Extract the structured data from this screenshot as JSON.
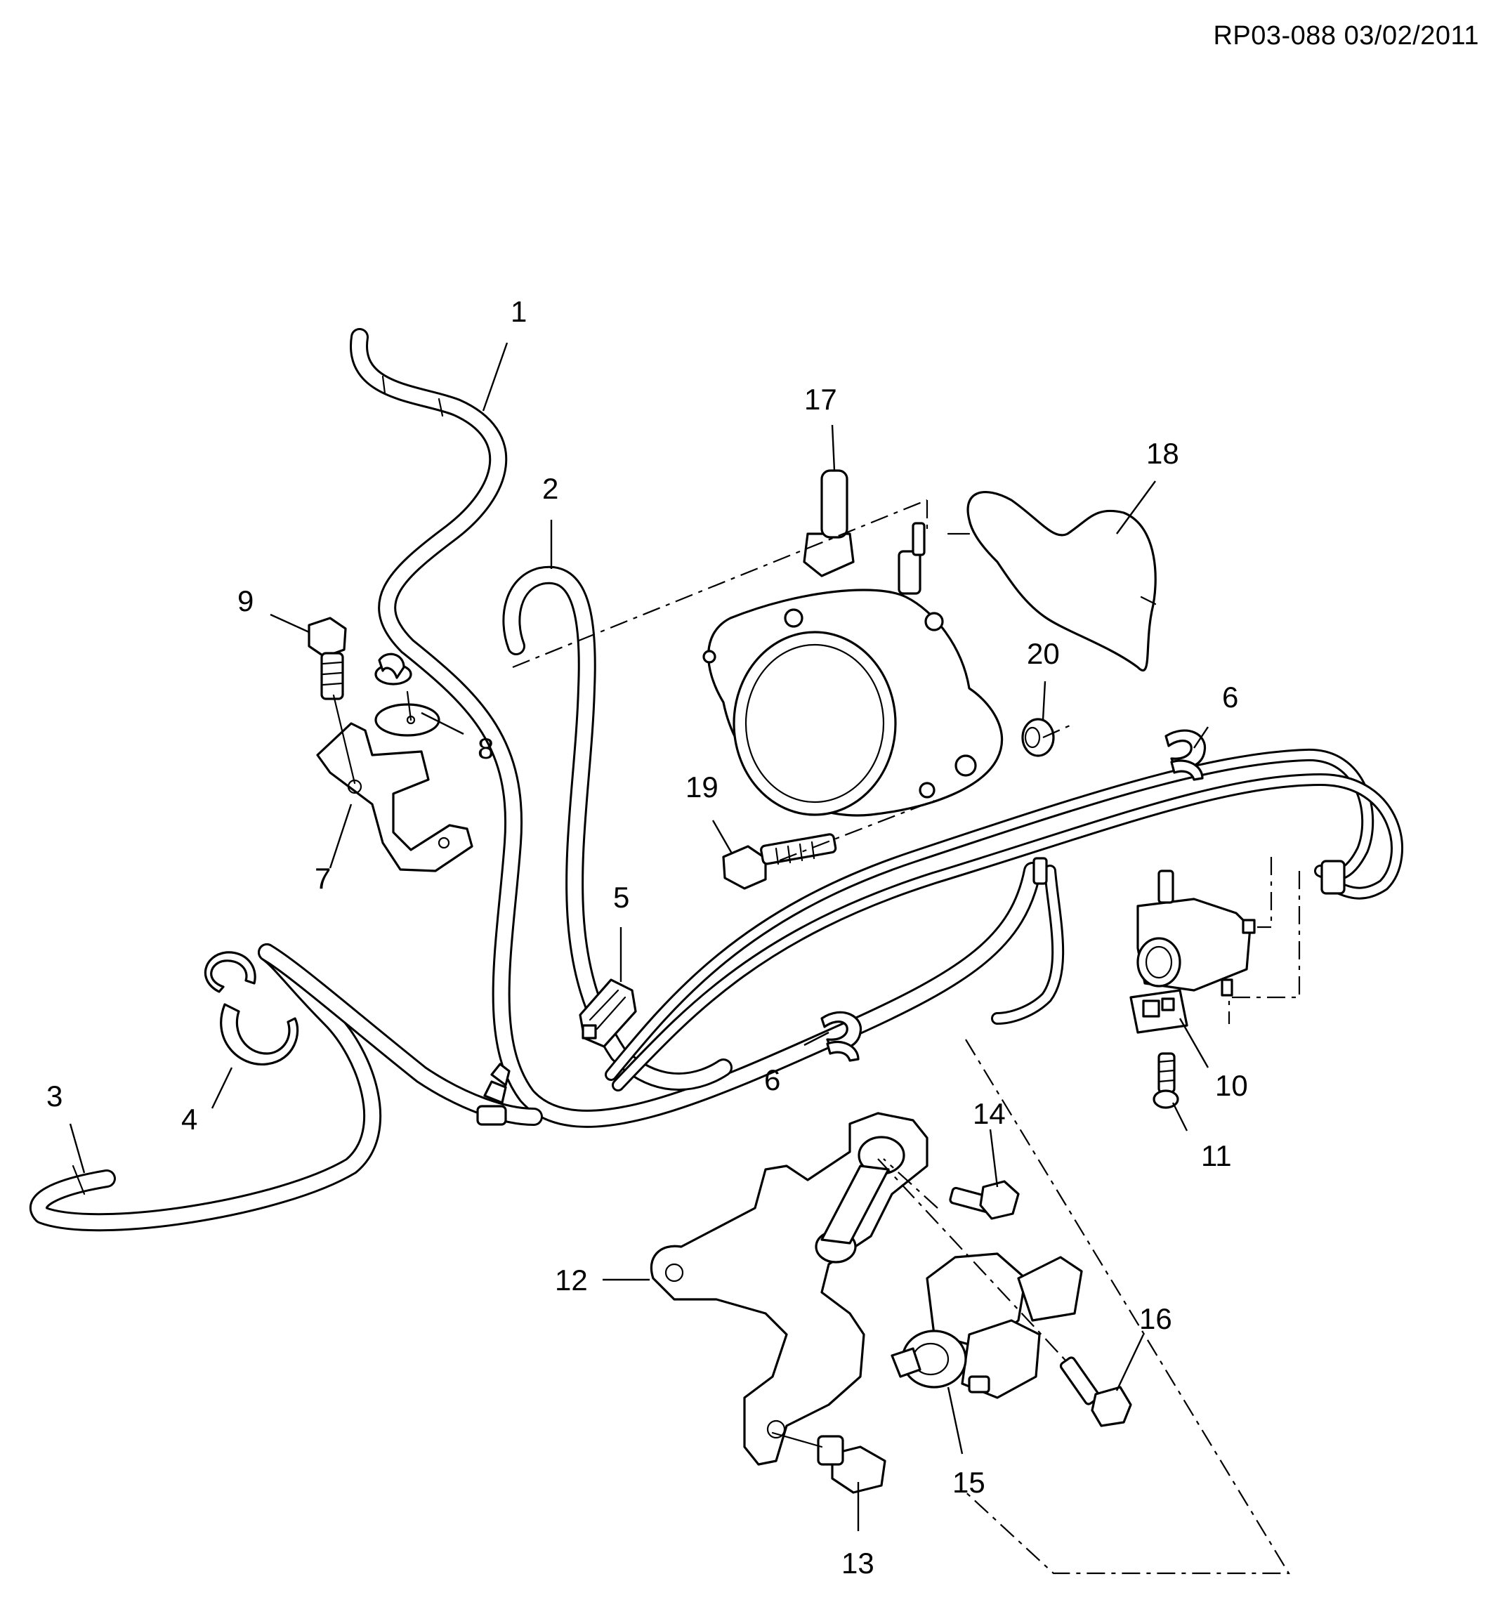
{
  "header": {
    "reference": "RP03-088 03/02/2011"
  },
  "callouts": [
    {
      "id": "1",
      "label": "1"
    },
    {
      "id": "2",
      "label": "2"
    },
    {
      "id": "3",
      "label": "3"
    },
    {
      "id": "4",
      "label": "4"
    },
    {
      "id": "5",
      "label": "5"
    },
    {
      "id": "6a",
      "label": "6"
    },
    {
      "id": "6b",
      "label": "6"
    },
    {
      "id": "7",
      "label": "7"
    },
    {
      "id": "8",
      "label": "8"
    },
    {
      "id": "9",
      "label": "9"
    },
    {
      "id": "10",
      "label": "10"
    },
    {
      "id": "11",
      "label": "11"
    },
    {
      "id": "12",
      "label": "12"
    },
    {
      "id": "13",
      "label": "13"
    },
    {
      "id": "14",
      "label": "14"
    },
    {
      "id": "15",
      "label": "15"
    },
    {
      "id": "16",
      "label": "16"
    },
    {
      "id": "17",
      "label": "17"
    },
    {
      "id": "18",
      "label": "18"
    },
    {
      "id": "19",
      "label": "19"
    },
    {
      "id": "20",
      "label": "20"
    }
  ]
}
